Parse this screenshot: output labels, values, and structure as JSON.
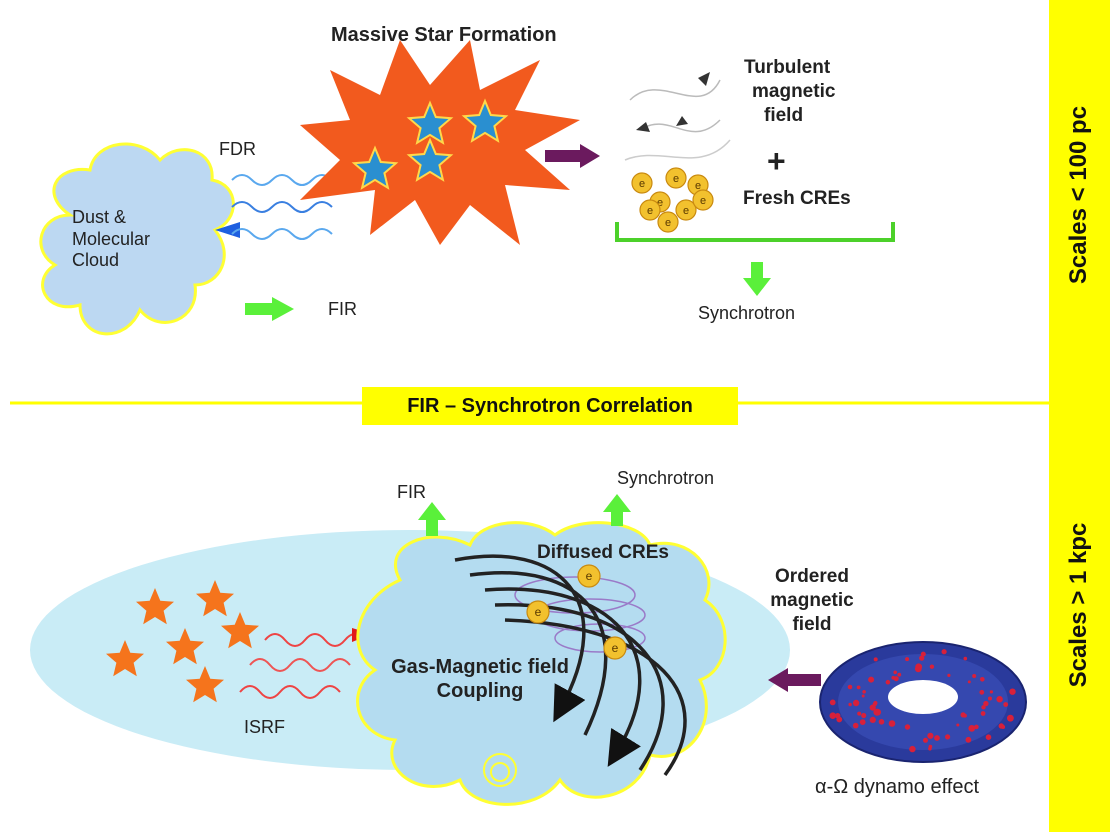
{
  "top_section": {
    "massive_star_formation": "Massive Star Formation",
    "fdr": "FDR",
    "dust_cloud_line1": "Dust &",
    "dust_cloud_line2": "Molecular",
    "dust_cloud_line3": "Cloud",
    "fir": "FIR",
    "turbulent_line1": "Turbulent",
    "turbulent_line2": "magnetic",
    "turbulent_line3": "field",
    "plus": "+",
    "fresh_cres": "Fresh CREs",
    "synchrotron": "Synchrotron",
    "electron_symbol": "e"
  },
  "divider": {
    "label": "FIR – Synchrotron Correlation"
  },
  "bottom_section": {
    "fir": "FIR",
    "synchrotron": "Synchrotron",
    "diffused_cres": "Diffused CREs",
    "ordered_line1": "Ordered",
    "ordered_line2": "magnetic",
    "ordered_line3": "field",
    "gas_coupling_line1": "Gas-Magnetic field",
    "gas_coupling_line2": "Coupling",
    "isrf": "ISRF",
    "dynamo": "α-Ω dynamo effect",
    "electron_symbol": "e"
  },
  "side_labels": {
    "top": "Scales < 100 pc",
    "bottom": "Scales > 1 kpc"
  },
  "colors": {
    "yellow": "#ffff00",
    "cloud_fill": "#bcd8f2",
    "galaxy_fill": "#c9ecf6",
    "starburst": "#f25a1e",
    "star_blue": "#2a8fd0",
    "star_orange": "#f5741c",
    "green_arrow": "#5af03a",
    "purple_arrow": "#6b1a5e",
    "electron": "#f2c12e"
  }
}
